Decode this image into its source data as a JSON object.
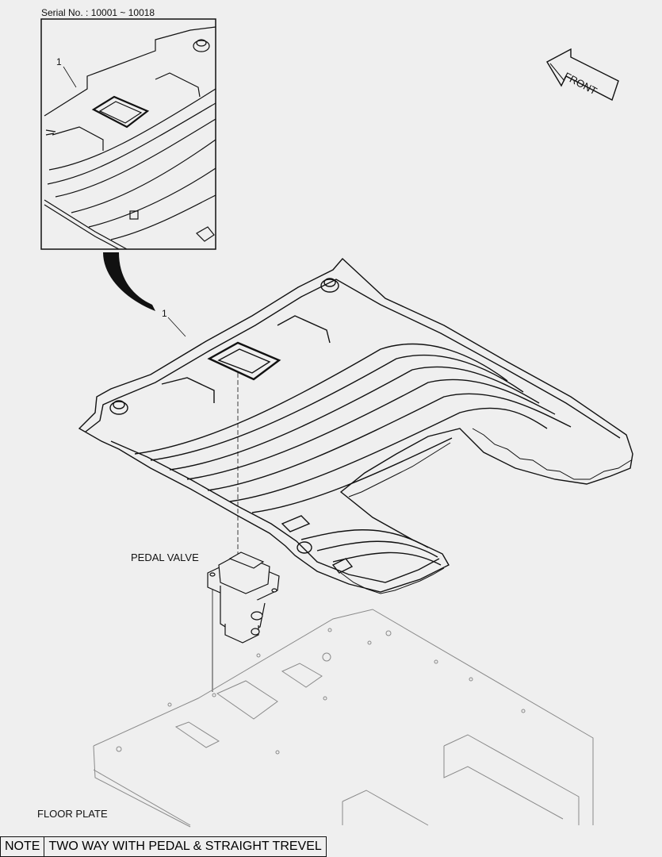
{
  "header": {
    "serial": "Serial No. : 10001 ~ 10018"
  },
  "labels": {
    "front": "FRONT",
    "pedal_valve": "PEDAL VALVE",
    "floor_plate": "FLOOR PLATE",
    "callout_inset": "1",
    "callout_main": "1"
  },
  "note": {
    "key": "NOTE",
    "text": "TWO WAY WITH PEDAL & STRAIGHT TREVEL"
  },
  "colors": {
    "background": "#efefef",
    "line": "#111111",
    "faint": "#b8b8b8"
  }
}
